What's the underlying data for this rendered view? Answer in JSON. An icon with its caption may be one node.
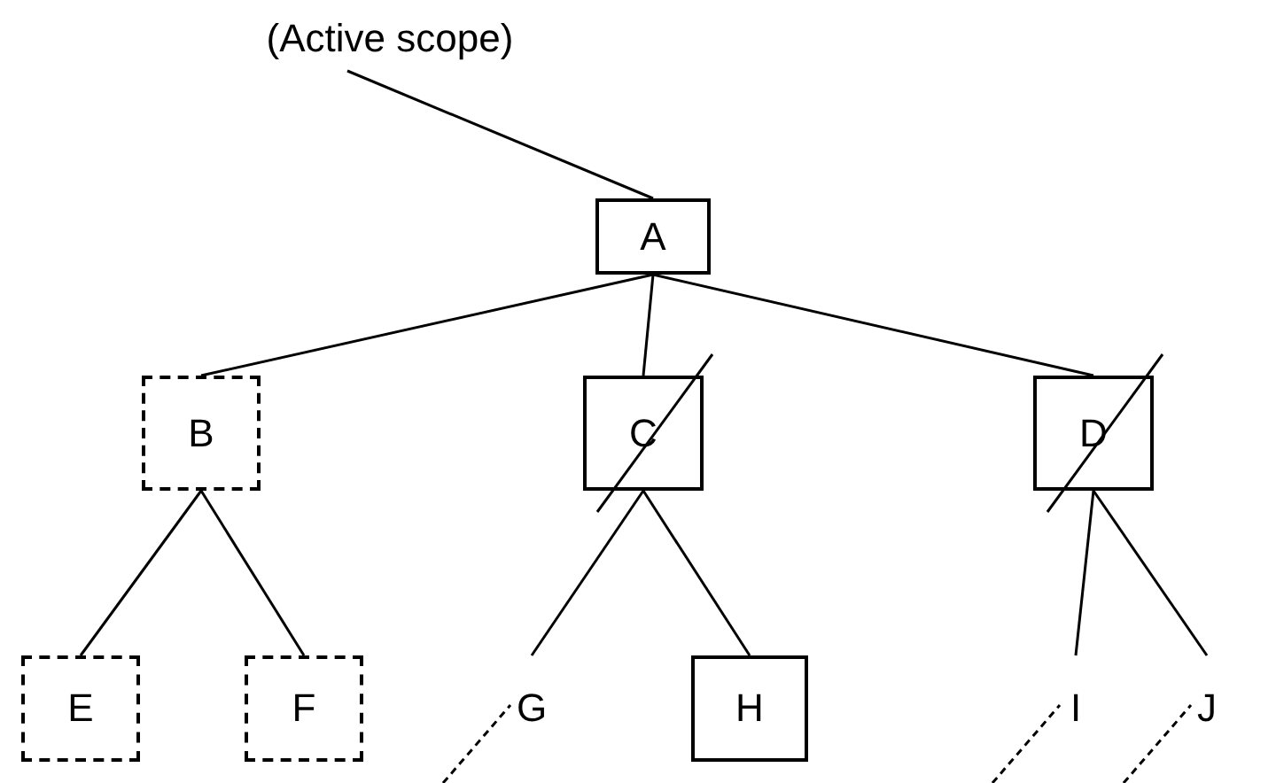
{
  "diagram": {
    "nodes": [
      {
        "text": [
          "(Active scope)"
        ]
      },
      {
        "text": [
          "A"
        ]
      },
      {
        "text": [
          "B"
        ]
      },
      {
        "text": [
          "C"
        ]
      },
      {
        "text": [
          "D"
        ]
      },
      {
        "text": [
          "E"
        ]
      },
      {
        "text": [
          "F"
        ]
      },
      {
        "text": [
          "G"
        ]
      },
      {
        "text": [
          "H"
        ]
      },
      {
        "text": [
          "I"
        ]
      },
      {
        "text": [
          "J"
        ]
      }
    ],
    "edges": [
      {
        "from": 0,
        "to": 1,
        "arrow": "none"
      },
      {
        "from": 1,
        "to": 2,
        "arrow": "none"
      },
      {
        "from": 1,
        "to": 3,
        "arrow": "none"
      },
      {
        "from": 1,
        "to": 4,
        "arrow": "none"
      },
      {
        "from": 2,
        "to": 5,
        "arrow": "none"
      },
      {
        "from": 2,
        "to": 6,
        "arrow": "none"
      },
      {
        "from": 3,
        "to": 7,
        "arrow": "none"
      },
      {
        "from": 3,
        "to": 8,
        "arrow": "none"
      },
      {
        "from": 4,
        "to": 9,
        "arrow": "none"
      },
      {
        "from": 4,
        "to": 10,
        "arrow": "none"
      }
    ]
  }
}
